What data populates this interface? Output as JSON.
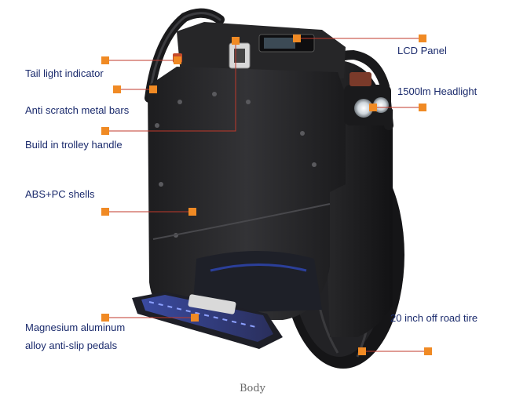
{
  "image": {
    "subject": "electric unicycle",
    "colors": {
      "accent": "#f08a24",
      "label_text": "#1a2a6c",
      "body": "#2b2b2d",
      "caption": "#666666"
    }
  },
  "callouts": [
    {
      "id": "tail-light",
      "text": "Tail light indicator"
    },
    {
      "id": "metal-bars",
      "text": "Anti scratch metal bars"
    },
    {
      "id": "trolley-handle",
      "text": "Build in trolley handle"
    },
    {
      "id": "lcd-panel",
      "text": "LCD Panel"
    },
    {
      "id": "headlight",
      "text": "1500lm Headlight"
    },
    {
      "id": "shells",
      "text": "ABS+PC shells"
    },
    {
      "id": "pedals-line1",
      "text": "Magnesium aluminum"
    },
    {
      "id": "pedals-line2",
      "text": "alloy anti-slip pedals"
    },
    {
      "id": "tire",
      "text": "20 inch off road tire"
    }
  ],
  "caption": "Body"
}
